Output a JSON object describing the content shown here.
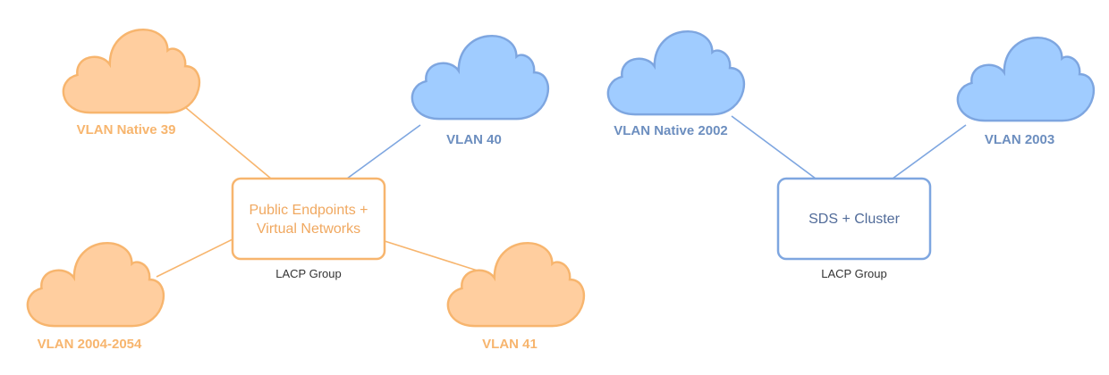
{
  "colors": {
    "orange_fill": "#FFCE9F",
    "orange_stroke": "#F7B56E",
    "orange_text": "#F7B56E",
    "blue_fill": "#A0CCFF",
    "blue_stroke": "#7EA6E0",
    "blue_text": "#6C8EBF",
    "box_text_left": "#F0A860",
    "box_text_right": "#516B99",
    "group_label": "#333333"
  },
  "left_group": {
    "box_line1": "Public Endpoints +",
    "box_line2": "Virtual Networks",
    "group_label": "LACP Group",
    "clouds": {
      "vlan_native_39": "VLAN Native 39",
      "vlan_40": "VLAN 40",
      "vlan_2004_2054": "VLAN 2004-2054",
      "vlan_41": "VLAN 41"
    }
  },
  "right_group": {
    "box_label": "SDS + Cluster",
    "group_label": "LACP Group",
    "clouds": {
      "vlan_native_2002": "VLAN Native 2002",
      "vlan_2003": "VLAN 2003"
    }
  }
}
